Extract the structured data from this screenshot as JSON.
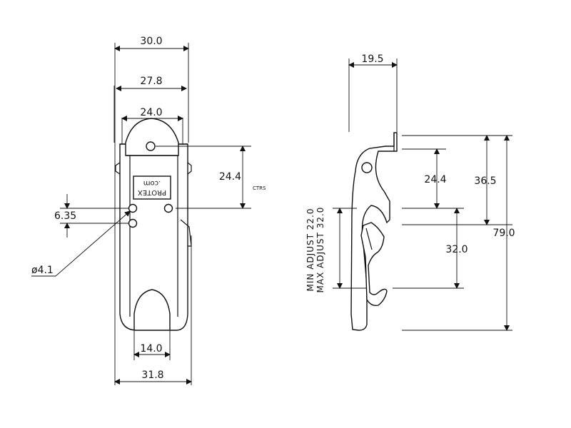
{
  "front_view": {
    "dim_overall_top": "30.0",
    "dim_mid": "27.8",
    "dim_inner": "24.0",
    "dim_ctr": "24.4",
    "dim_ctr_note": "CTRS",
    "dim_hole_spacing": "6.35",
    "dim_hole_dia": "ø4.1",
    "dim_slot": "14.0",
    "dim_base": "31.8",
    "logo_line1": "PROTEX",
    "logo_line2": ".com"
  },
  "side_view": {
    "dim_top": "19.5",
    "dim_ctr": "24.4",
    "dim_height_a": "36.5",
    "dim_overall_height": "79.0",
    "dim_adjust_len": "32.0",
    "adjust_min": "MIN ADJUST 22.0",
    "adjust_max": "MAX ADJUST 32.0"
  }
}
